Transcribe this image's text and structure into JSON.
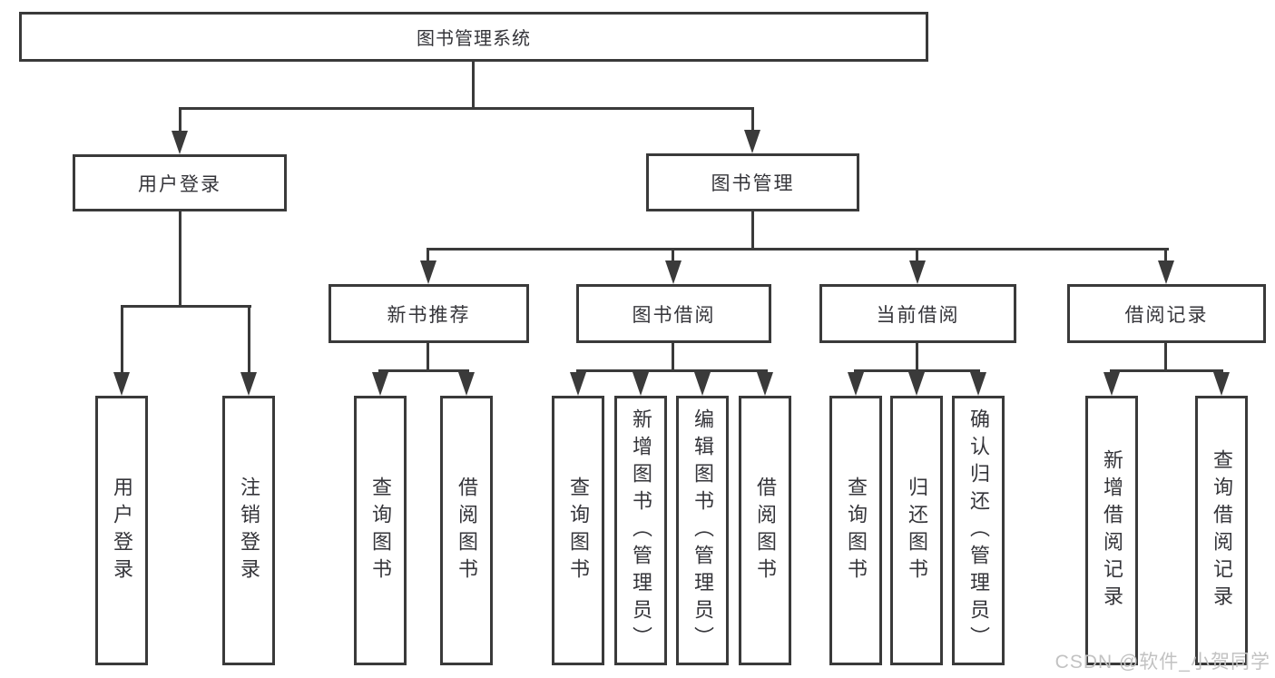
{
  "tree": {
    "label": "图书管理系统",
    "children": [
      {
        "label": "用户登录",
        "children": [
          {
            "label": "用户登录"
          },
          {
            "label": "注销登录"
          }
        ]
      },
      {
        "label": "图书管理",
        "children": [
          {
            "label": "新书推荐",
            "children": [
              {
                "label": "查询图书"
              },
              {
                "label": "借阅图书"
              }
            ]
          },
          {
            "label": "图书借阅",
            "children": [
              {
                "label": "查询图书"
              },
              {
                "label": "新增图书（管理员）"
              },
              {
                "label": "编辑图书（管理员）"
              },
              {
                "label": "借阅图书"
              }
            ]
          },
          {
            "label": "当前借阅",
            "children": [
              {
                "label": "查询图书"
              },
              {
                "label": "归还图书"
              },
              {
                "label": "确认归还（管理员）"
              }
            ]
          },
          {
            "label": "借阅记录",
            "children": [
              {
                "label": "新增借阅记录"
              },
              {
                "label": "查询借阅记录"
              }
            ]
          }
        ]
      }
    ]
  },
  "watermark": {
    "text": "CSDN @软件_小贺同学"
  },
  "colors": {
    "background": "#ffffff",
    "line": "#3a3a3a",
    "box_border": "#3a3a3a",
    "text": "#35353a",
    "watermark": "#c2c2c2"
  }
}
